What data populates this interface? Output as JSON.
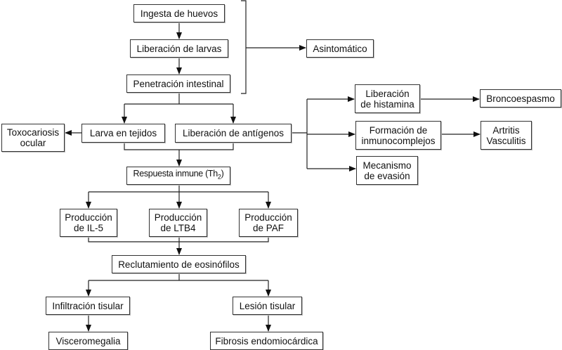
{
  "diagram": {
    "type": "flowchart",
    "nodes": {
      "ingesta": "Ingesta de huevos",
      "liberacion_larvas": "Liberación de larvas",
      "penetracion": "Penetración intestinal",
      "asintomatico": "Asintomático",
      "toxocariosis_l1": "Toxocariosis",
      "toxocariosis_l2": "ocular",
      "larva_tejidos": "Larva en tejidos",
      "liberacion_antigenos": "Liberación de antígenos",
      "respuesta_pre": "Respuesta inmune (Th",
      "respuesta_sub": "2",
      "respuesta_post": ")",
      "il5_l1": "Producción",
      "il5_l2": "de IL-5",
      "ltb4_l1": "Producción",
      "ltb4_l2": "de LTB4",
      "paf_l1": "Producción",
      "paf_l2": "de PAF",
      "reclutamiento": "Reclutamiento de eosinófilos",
      "infiltracion": "Infiltración tisular",
      "lesion": "Lesión tisular",
      "visceromegalia": "Visceromegalia",
      "fibrosis": "Fibrosis endomiocárdica",
      "histamina_l1": "Liberación",
      "histamina_l2": "de histamina",
      "broncoespasmo": "Broncoespasmo",
      "inmuno_l1": "Formación de",
      "inmuno_l2": "inmunocomplejos",
      "artritis_l1": "Artritis",
      "artritis_l2": "Vasculitis",
      "evasion_l1": "Mecanismo",
      "evasion_l2": "de evasión"
    },
    "edges": [
      [
        "Ingesta de huevos",
        "Liberación de larvas"
      ],
      [
        "Liberación de larvas",
        "Penetración intestinal"
      ],
      [
        "[Ingesta..Penetración]",
        "Asintomático"
      ],
      [
        "Penetración intestinal",
        "Larva en tejidos"
      ],
      [
        "Penetración intestinal",
        "Liberación de antígenos"
      ],
      [
        "Larva en tejidos",
        "Toxocariosis ocular"
      ],
      [
        "Larva en tejidos + Liberación de antígenos",
        "Respuesta inmune (Th2)"
      ],
      [
        "Liberación de antígenos",
        "Liberación de histamina"
      ],
      [
        "Liberación de antígenos",
        "Formación de inmunocomplejos"
      ],
      [
        "Liberación de antígenos",
        "Mecanismo de evasión"
      ],
      [
        "Liberación de histamina",
        "Broncoespasmo"
      ],
      [
        "Formación de inmunocomplejos",
        "Artritis Vasculitis"
      ],
      [
        "Respuesta inmune (Th2)",
        "Producción de IL-5"
      ],
      [
        "Respuesta inmune (Th2)",
        "Producción de LTB4"
      ],
      [
        "Respuesta inmune (Th2)",
        "Producción de PAF"
      ],
      [
        "Producción de IL-5 + LTB4 + PAF",
        "Reclutamiento de eosinófilos"
      ],
      [
        "Reclutamiento de eosinófilos",
        "Infiltración tisular"
      ],
      [
        "Reclutamiento de eosinófilos",
        "Lesión tisular"
      ],
      [
        "Infiltración tisular",
        "Visceromegalia"
      ],
      [
        "Lesión tisular",
        "Fibrosis endomiocárdica"
      ]
    ]
  }
}
